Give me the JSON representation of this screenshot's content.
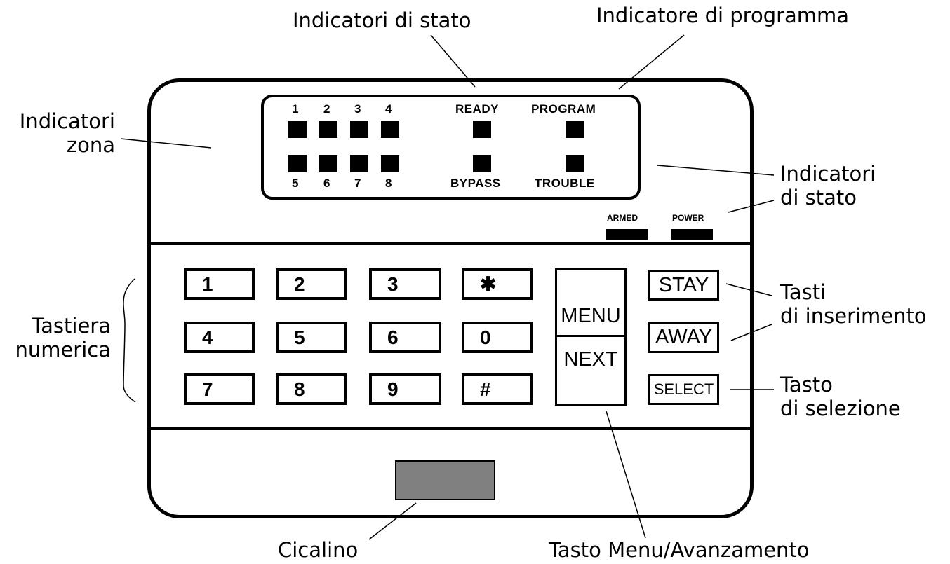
{
  "callouts": {
    "status_top": "Indicatori di stato",
    "program": "Indicatore di programma",
    "zone_line1": "Indicatori",
    "zone_line2": "zona",
    "status_right_line1": "Indicatori",
    "status_right_line2": "di stato",
    "keypad_line1": "Tastiera",
    "keypad_line2": "numerica",
    "arming_line1": "Tasti",
    "arming_line2": "di inserimento",
    "select_line1": "Tasto",
    "select_line2": "di selezione",
    "buzzer": "Cicalino",
    "menu": "Tasto Menu/Avanzamento"
  },
  "display": {
    "zones_top": [
      "1",
      "2",
      "3",
      "4"
    ],
    "zones_bottom": [
      "5",
      "6",
      "7",
      "8"
    ],
    "ready": "READY",
    "program": "PROGRAM",
    "bypass": "BYPASS",
    "trouble": "TROUBLE"
  },
  "indicators": {
    "armed": "ARMED",
    "power": "POWER"
  },
  "keys": {
    "k1": "1",
    "k2": "2",
    "k3": "3",
    "kstar": "✱",
    "k4": "4",
    "k5": "5",
    "k6": "6",
    "k0": "0",
    "k7": "7",
    "k8": "8",
    "k9": "9",
    "khash": "#"
  },
  "function_keys": {
    "menu": "MENU",
    "next": "NEXT",
    "stay": "STAY",
    "away": "AWAY",
    "select": "SELECT"
  },
  "colors": {
    "outline": "#000000",
    "buzzer_fill": "#808080",
    "background": "#ffffff"
  }
}
